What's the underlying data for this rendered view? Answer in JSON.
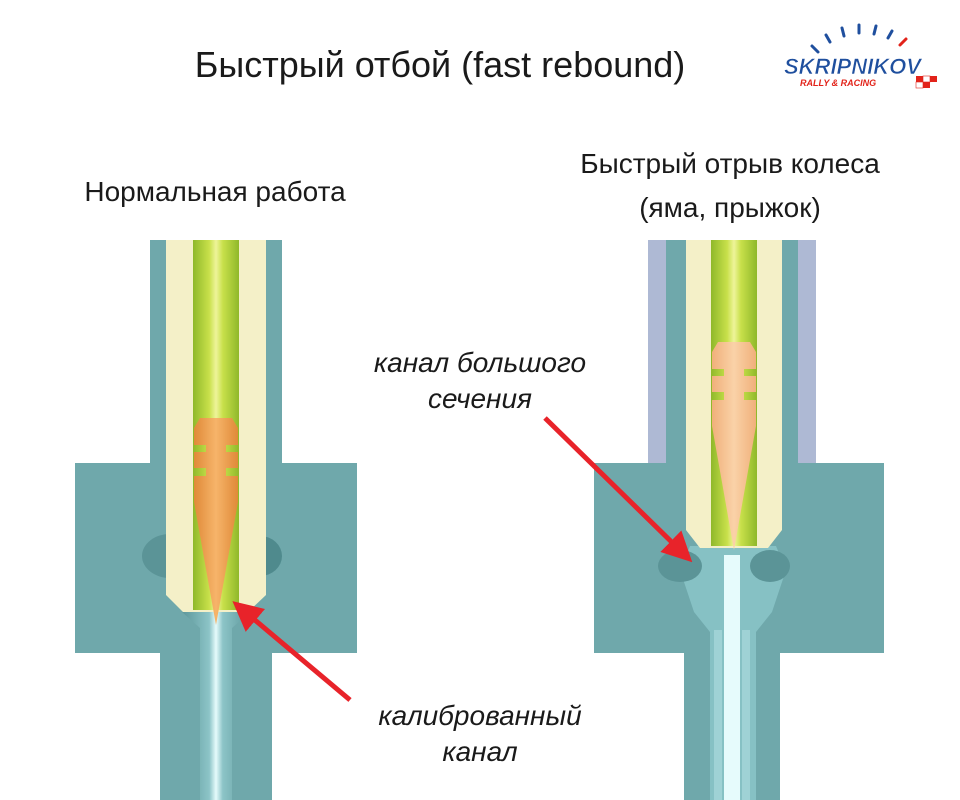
{
  "title": "Быстрый отбой (fast rebound)",
  "left_heading": "Нормальная работа",
  "right_heading_line1": "Быстрый отрыв колеса",
  "right_heading_line2": "(яма, прыжок)",
  "label_large_channel_line1": "канал большого",
  "label_large_channel_line2": "сечения",
  "label_calibrated_line1": "калиброванный",
  "label_calibrated_line2": "канал",
  "logo": {
    "name": "SKRIPNIKOV",
    "tagline": "RALLY & RACING"
  },
  "colors": {
    "body": "#6fa8ab",
    "tube_wall": "#f4f0c8",
    "rod": "#b5d334",
    "rod_core": "#e8f08a",
    "needle": "#f4a85a",
    "channel": "#bfe8ec",
    "arrow": "#e8232a",
    "logo_blue": "#1f4f9e",
    "logo_red": "#e2231a"
  }
}
